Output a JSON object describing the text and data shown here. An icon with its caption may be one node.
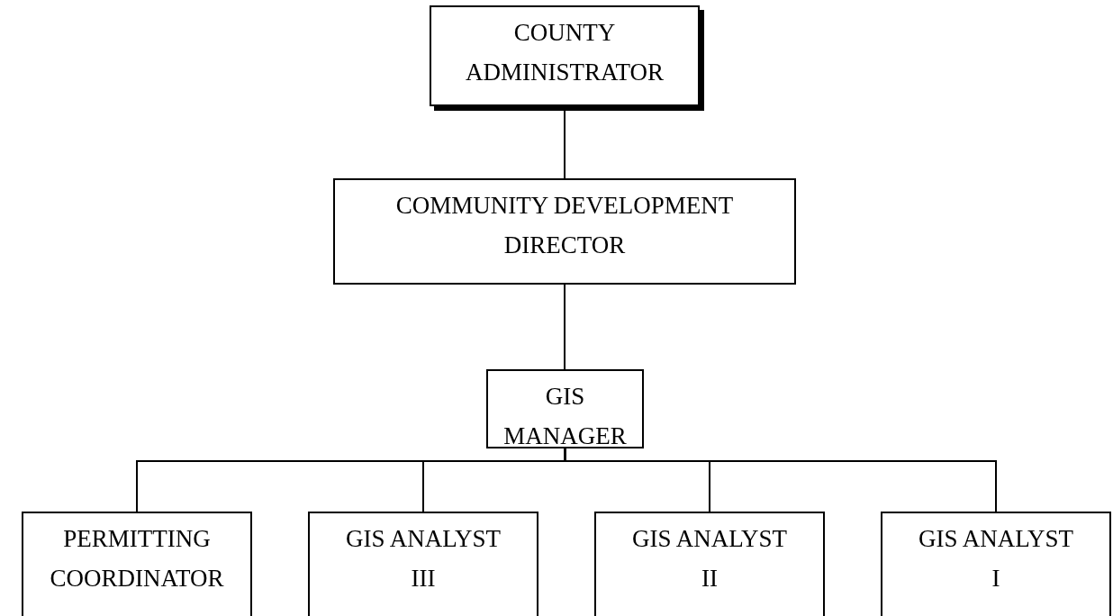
{
  "diagram": {
    "nodes": [
      {
        "text": [
          "COUNTY ADMINISTRATOR"
        ]
      },
      {
        "text": [
          "COMMUNITY DEVELOPMENT DIRECTOR"
        ]
      },
      {
        "text": [
          "GIS MANAGER"
        ]
      },
      {
        "text": [
          "PERMITTING COORDINATOR"
        ]
      },
      {
        "text": [
          "GIS ANALYST III"
        ]
      },
      {
        "text": [
          "GIS ANALYST II"
        ]
      },
      {
        "text": [
          "GIS ANALYST I"
        ]
      }
    ],
    "edges": [
      {
        "from": 0,
        "to": 1,
        "arrow": "none"
      },
      {
        "from": 1,
        "to": 2,
        "arrow": "none"
      },
      {
        "from": 2,
        "to": 3,
        "arrow": "none"
      },
      {
        "from": 2,
        "to": 4,
        "arrow": "none"
      },
      {
        "from": 2,
        "to": 5,
        "arrow": "none"
      },
      {
        "from": 2,
        "to": 6,
        "arrow": "none"
      }
    ]
  }
}
